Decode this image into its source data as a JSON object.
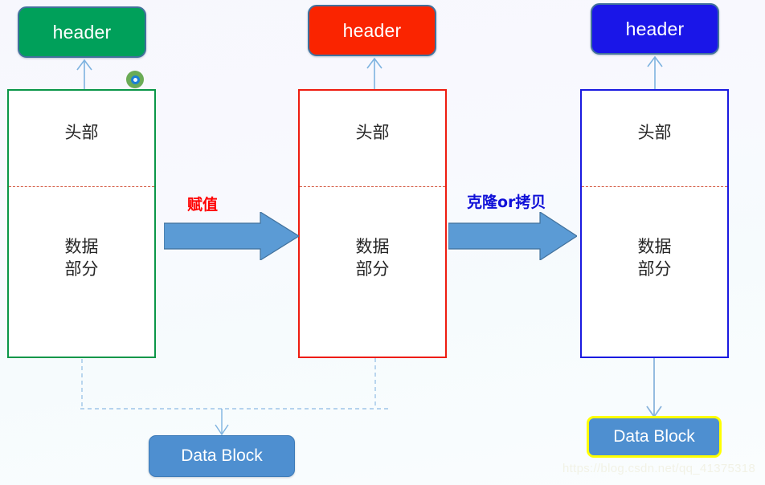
{
  "diagram": {
    "title": "Object assignment vs clone/copy diagram",
    "background_top_color": "#f7f7fd",
    "background_bottom_color": "#fafdfe",
    "watermark": "https://blog.csdn.net/qq_41375318"
  },
  "headers": [
    {
      "label": "header",
      "color": "#00a05a",
      "border_color": "#41719c",
      "name": "green"
    },
    {
      "label": "header",
      "color": "#fa2400",
      "border_color": "#41719c",
      "name": "red"
    },
    {
      "label": "header",
      "color": "#1a16e8",
      "border_color": "#41719c",
      "name": "blue"
    }
  ],
  "objects": [
    {
      "name": "green-object",
      "border_color": "#0a9648",
      "divider_color": "#d2553d",
      "head_label": "头部",
      "data_label": "数据\n部分"
    },
    {
      "name": "red-object",
      "border_color": "#ee1c10",
      "divider_color": "#d2553d",
      "head_label": "头部",
      "data_label": "数据\n部分"
    },
    {
      "name": "blue-object",
      "border_color": "#1a1ae0",
      "divider_color": "#d2553d",
      "head_label": "头部",
      "data_label": "数据\n部分"
    }
  ],
  "arrows": [
    {
      "name": "assignment-arrow",
      "caption": "赋值",
      "caption_color": "#ff0000",
      "fill_color": "#5b9bd5"
    },
    {
      "name": "clone-copy-arrow",
      "caption": "克隆or拷贝",
      "caption_color": "#1010d8",
      "fill_color": "#5b9bd5"
    }
  ],
  "data_blocks": [
    {
      "name": "shared-data-block",
      "label": "Data Block",
      "fill_color": "#4e8fd0",
      "border_color": "#3d7bb8"
    },
    {
      "name": "cloned-data-block",
      "label": "Data Block",
      "fill_color": "#4e8fd0",
      "border_color": "#ffff00"
    }
  ],
  "cursor": {
    "name": "cursor-marker",
    "ring_color": "#1b7fd4",
    "halo_color": "#6aab56"
  }
}
